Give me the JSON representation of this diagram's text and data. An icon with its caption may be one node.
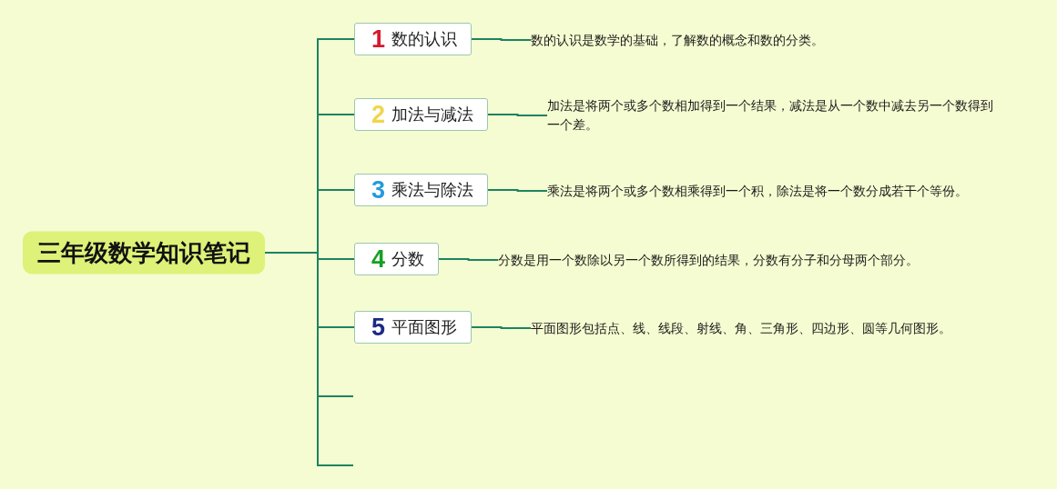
{
  "diagram": {
    "nodes": [
      {
        "text": [
          "三年级数学知识笔记"
        ]
      },
      {
        "text": [
          "1",
          "数的认识"
        ]
      },
      {
        "text": [
          "数的认识是数学的基础，了解数的概念和数的分类。"
        ]
      },
      {
        "text": [
          "2",
          "加法与减法"
        ]
      },
      {
        "text": [
          "加法是将两个或多个数相加得到一个结果，减法是从一个数中减去另一个数得到一个差。"
        ]
      },
      {
        "text": [
          "3",
          "乘法与除法"
        ]
      },
      {
        "text": [
          "乘法是将两个或多个数相乘得到一个积，除法是将一个数分成若干个等份。"
        ]
      },
      {
        "text": [
          "4",
          "分数"
        ]
      },
      {
        "text": [
          "分数是用一个数除以另一个数所得到的结果，分数有分子和分母两个部分。"
        ]
      },
      {
        "text": [
          "5",
          "平面图形"
        ]
      },
      {
        "text": [
          "平面图形包括点、线、线段、射线、角、三角形、四边形、圆等几何图形。"
        ]
      }
    ],
    "edges": [
      {
        "from": 0,
        "to": 1,
        "arrow": "none"
      },
      {
        "from": 1,
        "to": 2,
        "arrow": "none"
      },
      {
        "from": 0,
        "to": 3,
        "arrow": "none"
      },
      {
        "from": 3,
        "to": 4,
        "arrow": "none"
      },
      {
        "from": 0,
        "to": 5,
        "arrow": "none"
      },
      {
        "from": 5,
        "to": 6,
        "arrow": "none"
      },
      {
        "from": 0,
        "to": 7,
        "arrow": "none"
      },
      {
        "from": 7,
        "to": 8,
        "arrow": "none"
      },
      {
        "from": 0,
        "to": 9,
        "arrow": "none"
      },
      {
        "from": 9,
        "to": 10,
        "arrow": "none"
      },
      {
        "from": 0,
        "to": null,
        "arrow": "none"
      },
      {
        "from": 0,
        "to": null,
        "arrow": "none"
      }
    ]
  }
}
